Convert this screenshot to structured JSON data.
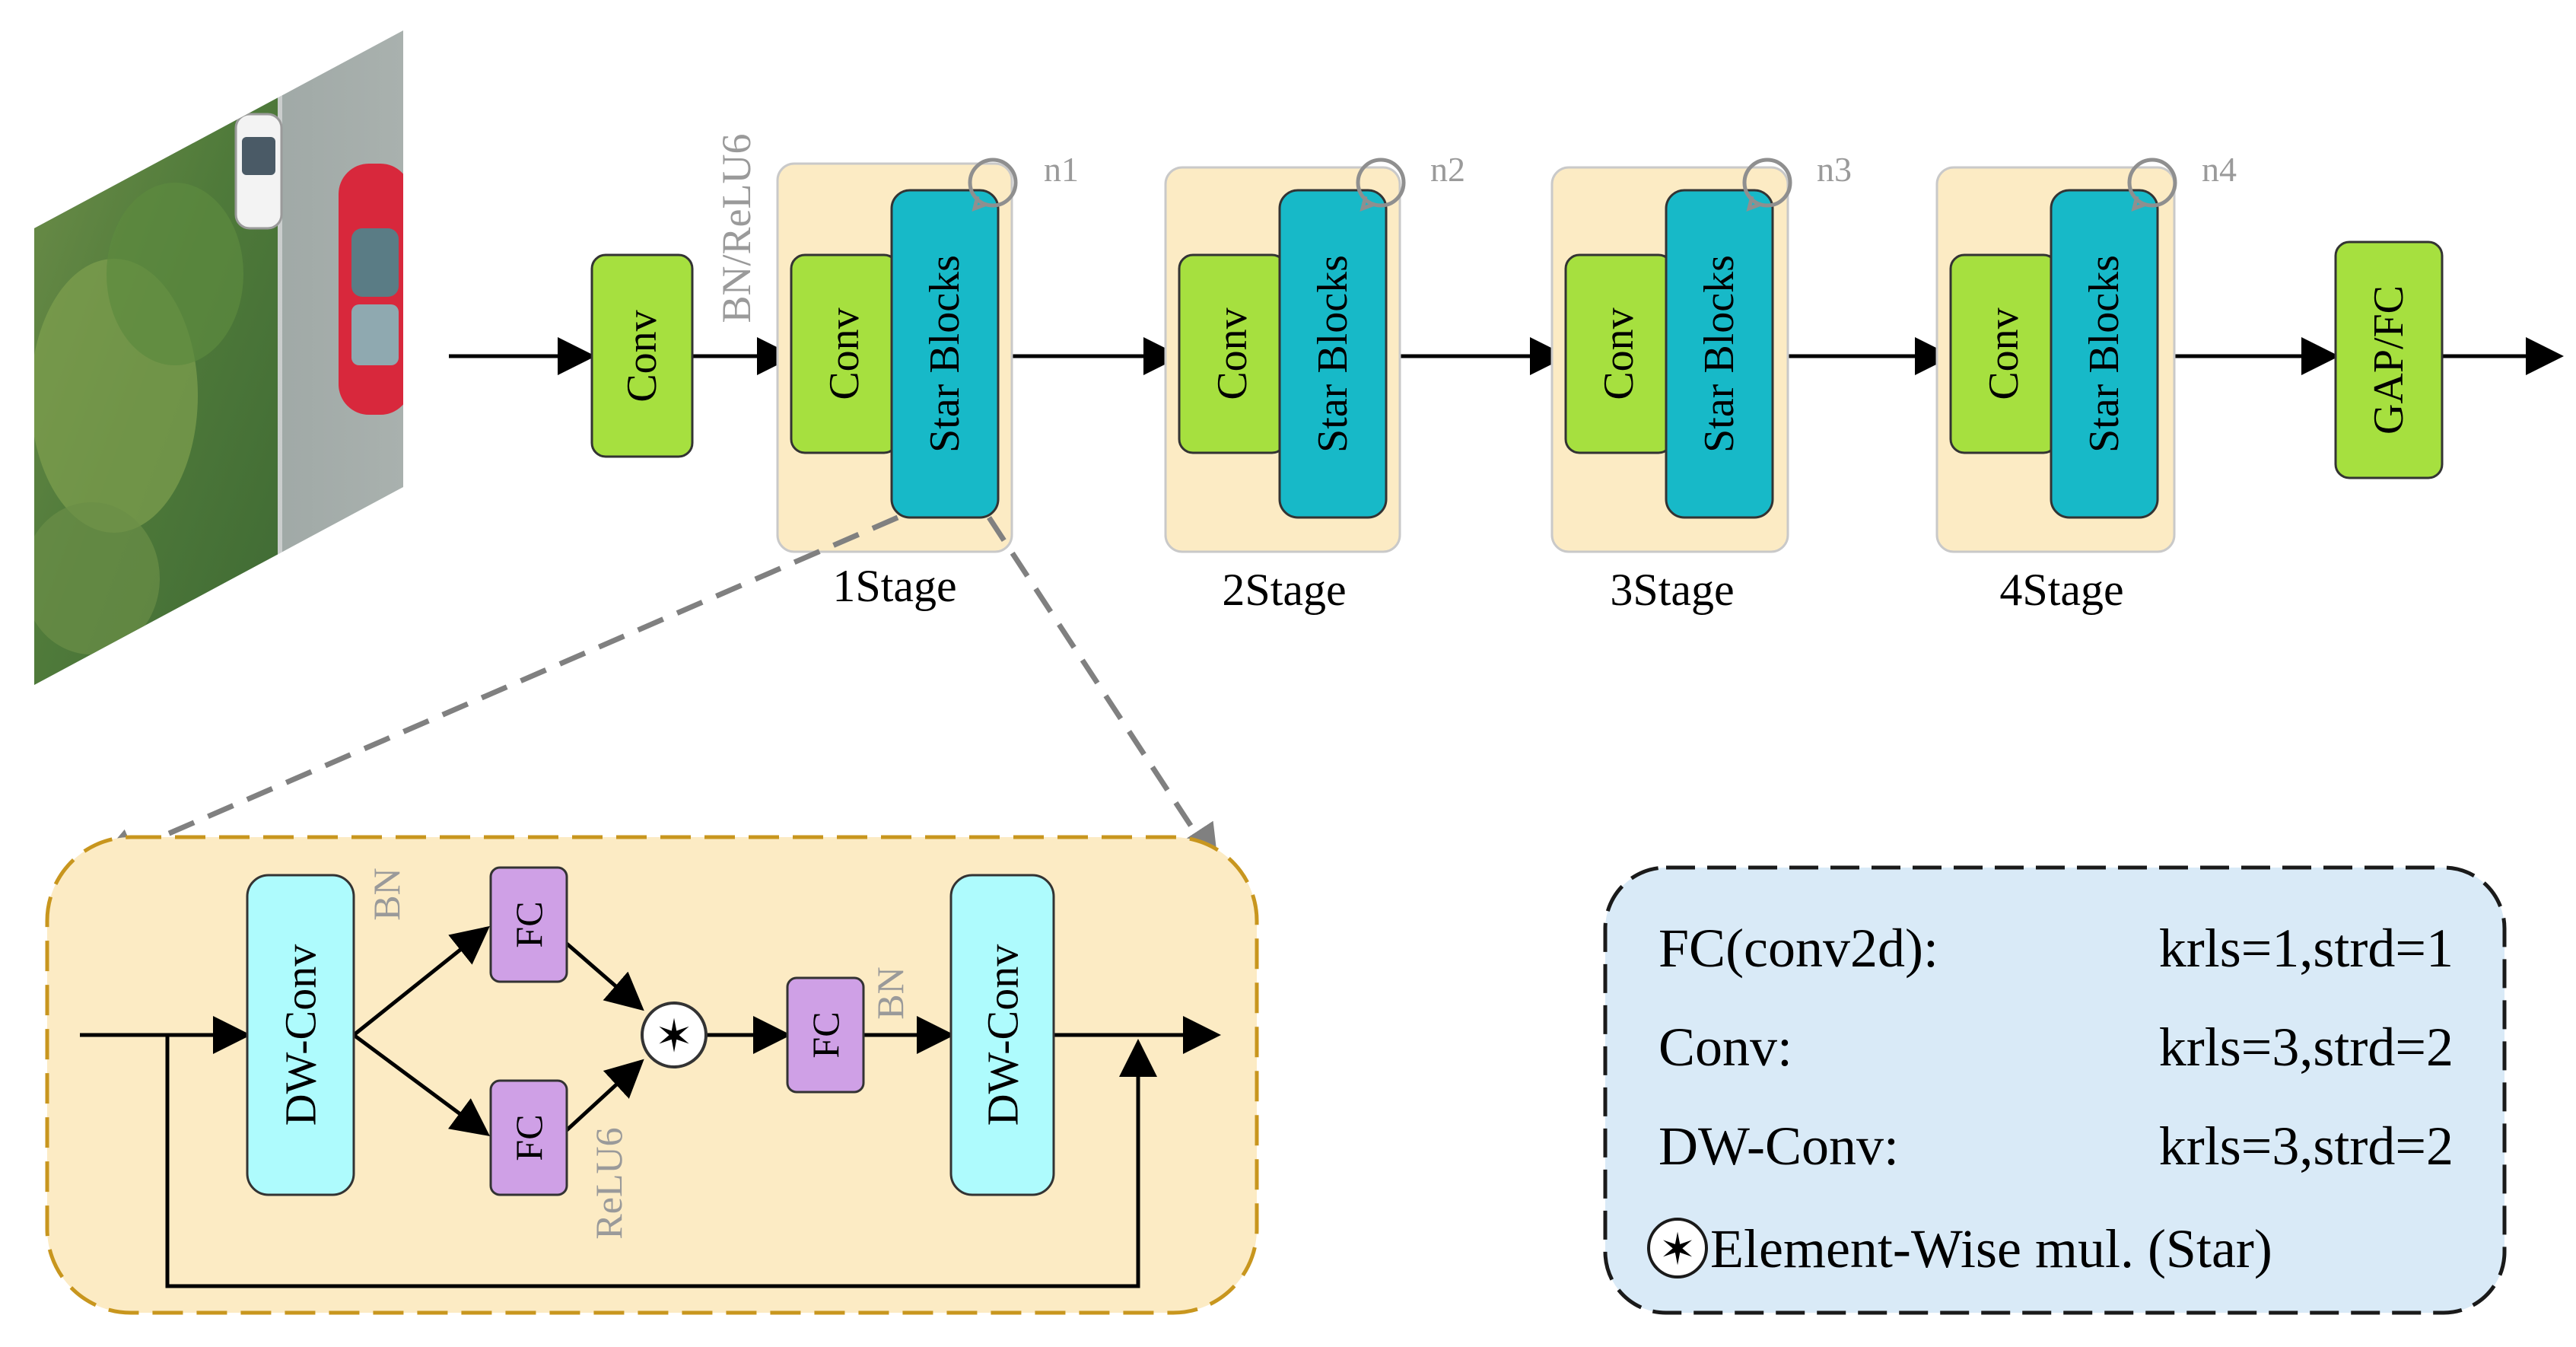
{
  "colors": {
    "conv_green": "#a6e03f",
    "star_teal": "#17b9c8",
    "stage_bg": "#fcebc4",
    "dwconv_cyan": "#aefbfd",
    "fc_purple": "#cfa0e6",
    "detail_border": "#c8961e",
    "legend_bg": "#d9eaf7",
    "dash_gray": "#808080"
  },
  "main": {
    "stem": {
      "conv_label": "Conv",
      "bn_relu_label": "BN/ReLU6"
    },
    "stages": [
      {
        "conv_label": "Conv",
        "star_label": "Star Blocks",
        "n_label": "n1",
        "stage_label": "1Stage"
      },
      {
        "conv_label": "Conv",
        "star_label": "Star Blocks",
        "n_label": "n2",
        "stage_label": "2Stage"
      },
      {
        "conv_label": "Conv",
        "star_label": "Star Blocks",
        "n_label": "n3",
        "stage_label": "3Stage"
      },
      {
        "conv_label": "Conv",
        "star_label": "Star Blocks",
        "n_label": "n4",
        "stage_label": "4Stage"
      }
    ],
    "head_label": "GAP/FC"
  },
  "detail": {
    "dwconv1_label": "DW-Conv",
    "bn1_label": "BN",
    "fc_top_label": "FC",
    "fc_bottom_label": "FC",
    "relu6_label": "ReLU6",
    "star_symbol": "✶",
    "fc_mid_label": "FC",
    "bn2_label": "BN",
    "dwconv2_label": "DW-Conv"
  },
  "legend": {
    "rows": [
      {
        "left": "FC(conv2d):",
        "right": "krls=1,strd=1"
      },
      {
        "left": "Conv:",
        "right": "krls=3,strd=2"
      },
      {
        "left": "DW-Conv:",
        "right": "krls=3,strd=2"
      }
    ],
    "star_symbol": "✶",
    "star_text": "Element-Wise mul. (Star)"
  }
}
